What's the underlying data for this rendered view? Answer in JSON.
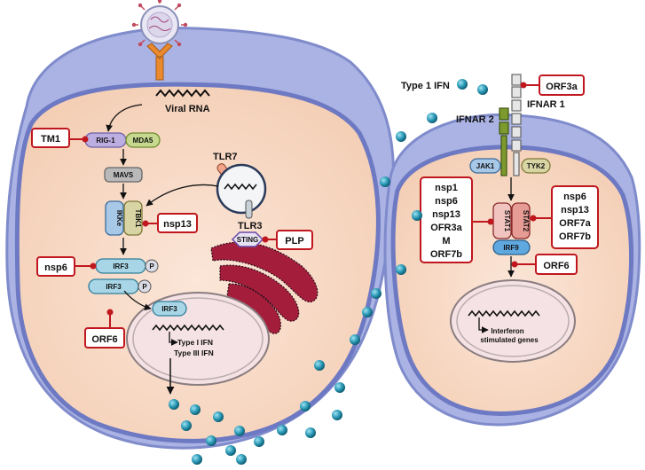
{
  "colors": {
    "cell_membrane": "#8c98d4",
    "cell_outer": "#aab3e3",
    "cytoplasm": "#f7dac8",
    "nucleus": "#f5e2e4",
    "inhibitor_border": "#c0171e",
    "ifn_particle": "#1e8aa6",
    "golgi": "#a41e3c"
  },
  "left_cell": {
    "viral_rna": "Viral RNA",
    "rig1": "RIG-1",
    "mda5": "MDA5",
    "mavs": "MAVS",
    "tlr7": "TLR7",
    "tlr3": "TLR3",
    "ikke": "IKKe",
    "tbk1": "TBK1",
    "sting": "STING",
    "irf3_a": "IRF3",
    "irf3_b": "IRF3",
    "irf3_nuc": "IRF3",
    "p_a": "P",
    "p_b": "P",
    "type1_ifn": "Type I IFN",
    "type3_ifn": "Type III IFN",
    "inhibitors": {
      "tm1": "TM1",
      "nsp13": "nsp13",
      "plp": "PLP",
      "nsp6": "nsp6",
      "orf6": "ORF6"
    }
  },
  "right_cell": {
    "type1_ifn": "Type 1 IFN",
    "ifnar1": "IFNAR 1",
    "ifnar2": "IFNAR 2",
    "jak1": "JAK1",
    "tyk2": "TYK2",
    "stat1": "STAT1",
    "stat2": "STAT2",
    "irf9": "IRF9",
    "isg": "Interferon stimulated genes",
    "inhibitors": {
      "orf3a": "ORF3a",
      "orf6": "ORF6",
      "list_left": [
        "nsp1",
        "nsp6",
        "nsp13",
        "OFR3a",
        "M",
        "ORF7b"
      ],
      "list_right": [
        "nsp6",
        "nsp13",
        "ORF7a",
        "ORF7b"
      ]
    }
  }
}
